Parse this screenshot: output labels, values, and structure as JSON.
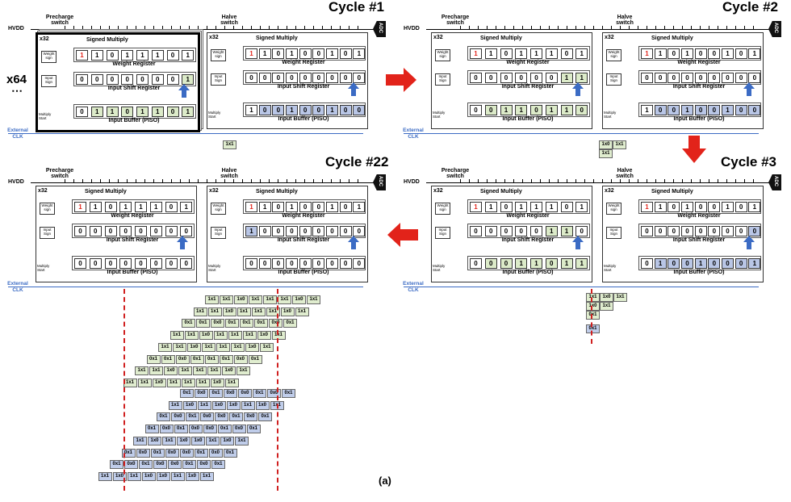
{
  "caption": "(a)",
  "labels": {
    "precharge": "Precharge switch",
    "halve": "Halve switch",
    "hvdd": "HVDD",
    "adc": "ADC",
    "x32": "x32",
    "x64": "x64",
    "ellipsis": "⋯",
    "signed_multiply": "Signed Multiply",
    "weight_register": "Weight Register",
    "input_shift_register": "Input Shift Register",
    "input_buffer": "Input Buffer (PISO)",
    "weight_sign": "Weight sign",
    "input_sign": "Input Sign",
    "multiply_start": "Multiply Start",
    "external_clk": "External CLK"
  },
  "cycles": [
    {
      "title": "Cycle #1",
      "left": {
        "weight": [
          "1",
          "1",
          "0",
          "1",
          "1",
          "1",
          "0",
          "1"
        ],
        "shift": [
          "0",
          "0",
          "0",
          "0",
          "0",
          "0",
          "0",
          "1"
        ],
        "buffer": [
          "0",
          "1",
          "1",
          "0",
          "1",
          "1",
          "0",
          "1"
        ]
      },
      "right": {
        "weight": [
          "1",
          "1",
          "0",
          "1",
          "0",
          "0",
          "1",
          "0",
          "1"
        ],
        "shift": [
          "0",
          "0",
          "0",
          "0",
          "0",
          "0",
          "0",
          "0",
          "0"
        ],
        "buffer": [
          "1",
          "0",
          "0",
          "1",
          "0",
          "0",
          "1",
          "0",
          "0"
        ]
      }
    },
    {
      "title": "Cycle #2",
      "left": {
        "weight": [
          "1",
          "1",
          "0",
          "1",
          "1",
          "1",
          "0",
          "1"
        ],
        "shift": [
          "0",
          "0",
          "0",
          "0",
          "0",
          "0",
          "1",
          "1"
        ],
        "buffer": [
          "0",
          "0",
          "1",
          "1",
          "0",
          "1",
          "1",
          "0"
        ]
      },
      "right": {
        "weight": [
          "1",
          "1",
          "0",
          "1",
          "0",
          "0",
          "1",
          "0",
          "1"
        ],
        "shift": [
          "0",
          "0",
          "0",
          "0",
          "0",
          "0",
          "0",
          "0",
          "0"
        ],
        "buffer": [
          "1",
          "0",
          "0",
          "1",
          "0",
          "0",
          "1",
          "0",
          "0"
        ]
      }
    },
    {
      "title": "Cycle #3",
      "left": {
        "weight": [
          "1",
          "1",
          "0",
          "1",
          "1",
          "1",
          "0",
          "1"
        ],
        "shift": [
          "0",
          "0",
          "0",
          "0",
          "0",
          "1",
          "1",
          "0"
        ],
        "buffer": [
          "0",
          "0",
          "0",
          "1",
          "1",
          "0",
          "1",
          "1"
        ]
      },
      "right": {
        "weight": [
          "1",
          "1",
          "0",
          "1",
          "0",
          "0",
          "1",
          "0",
          "1"
        ],
        "shift": [
          "0",
          "0",
          "0",
          "0",
          "0",
          "0",
          "0",
          "0",
          "0"
        ],
        "buffer": [
          "0",
          "1",
          "0",
          "0",
          "1",
          "0",
          "0",
          "0",
          "1"
        ]
      }
    },
    {
      "title": "Cycle #22",
      "left": {
        "weight": [
          "1",
          "1",
          "0",
          "1",
          "1",
          "1",
          "0",
          "1"
        ],
        "shift": [
          "0",
          "0",
          "0",
          "0",
          "0",
          "0",
          "0",
          "0"
        ],
        "buffer": [
          "0",
          "0",
          "0",
          "0",
          "0",
          "0",
          "0",
          "0"
        ]
      },
      "right": {
        "weight": [
          "1",
          "1",
          "0",
          "1",
          "0",
          "0",
          "1",
          "0",
          "1"
        ],
        "shift": [
          "1",
          "0",
          "0",
          "0",
          "0",
          "0",
          "0",
          "0",
          "0"
        ],
        "buffer": [
          "0",
          "0",
          "0",
          "0",
          "0",
          "0",
          "0",
          "0",
          "0"
        ]
      }
    }
  ],
  "partial_products": {
    "cycle1": [
      "1x1"
    ],
    "cycle2": [
      [
        "1x0",
        "1x1"
      ],
      [
        "1x1"
      ]
    ],
    "cycle3": [
      [
        "1x1",
        "1x0",
        "1x1"
      ],
      [
        "1x0",
        "1x1"
      ],
      [
        "0x1"
      ],
      [
        "0x1"
      ]
    ]
  },
  "trace_green": [
    [
      "1x1",
      "1x1",
      "1x0",
      "1x1",
      "1x1",
      "1x1",
      "1x0",
      "1x1"
    ],
    [
      "1x1",
      "1x1",
      "1x0",
      "1x1",
      "1x1",
      "1x1",
      "1x0",
      "1x1"
    ],
    [
      "0x1",
      "0x1",
      "0x0",
      "0x1",
      "0x1",
      "0x1",
      "0x0",
      "0x1"
    ],
    [
      "1x1",
      "1x1",
      "1x0",
      "1x1",
      "1x1",
      "1x1",
      "1x0",
      "1x1"
    ],
    [
      "1x1",
      "1x1",
      "1x0",
      "1x1",
      "1x1",
      "1x1",
      "1x0",
      "1x1"
    ],
    [
      "0x1",
      "0x1",
      "0x0",
      "0x1",
      "0x1",
      "0x1",
      "0x0",
      "0x1"
    ],
    [
      "1x1",
      "1x1",
      "1x0",
      "1x1",
      "1x1",
      "1x1",
      "1x0",
      "1x1"
    ],
    [
      "1x1",
      "1x1",
      "1x0",
      "1x1",
      "1x1",
      "1x1",
      "1x0",
      "1x1"
    ]
  ],
  "trace_blue": [
    [
      "0x1",
      "0x0",
      "0x1",
      "0x0",
      "0x0",
      "0x1",
      "0x0",
      "0x1"
    ],
    [
      "1x1",
      "1x0",
      "1x1",
      "1x0",
      "1x0",
      "1x1",
      "1x0",
      "1x1"
    ],
    [
      "0x1",
      "0x0",
      "0x1",
      "0x0",
      "0x0",
      "0x1",
      "0x0",
      "0x1"
    ],
    [
      "0x1",
      "0x0",
      "0x1",
      "0x0",
      "0x0",
      "0x1",
      "0x0",
      "0x1"
    ],
    [
      "1x1",
      "1x0",
      "1x1",
      "1x0",
      "1x0",
      "1x1",
      "1x0",
      "1x1"
    ],
    [
      "0x1",
      "0x0",
      "0x1",
      "0x0",
      "0x0",
      "0x1",
      "0x0",
      "0x1"
    ],
    [
      "0x1",
      "0x0",
      "0x1",
      "0x0",
      "0x0",
      "0x1",
      "0x0",
      "0x1"
    ],
    [
      "1x1",
      "1x0",
      "1x1",
      "1x0",
      "1x0",
      "1x1",
      "1x0",
      "1x1"
    ]
  ],
  "colors": {
    "green": "#dcebc9",
    "blue": "#b9c6e6",
    "red": "#e2231a",
    "arrow_blue": "#3b6bc4"
  }
}
